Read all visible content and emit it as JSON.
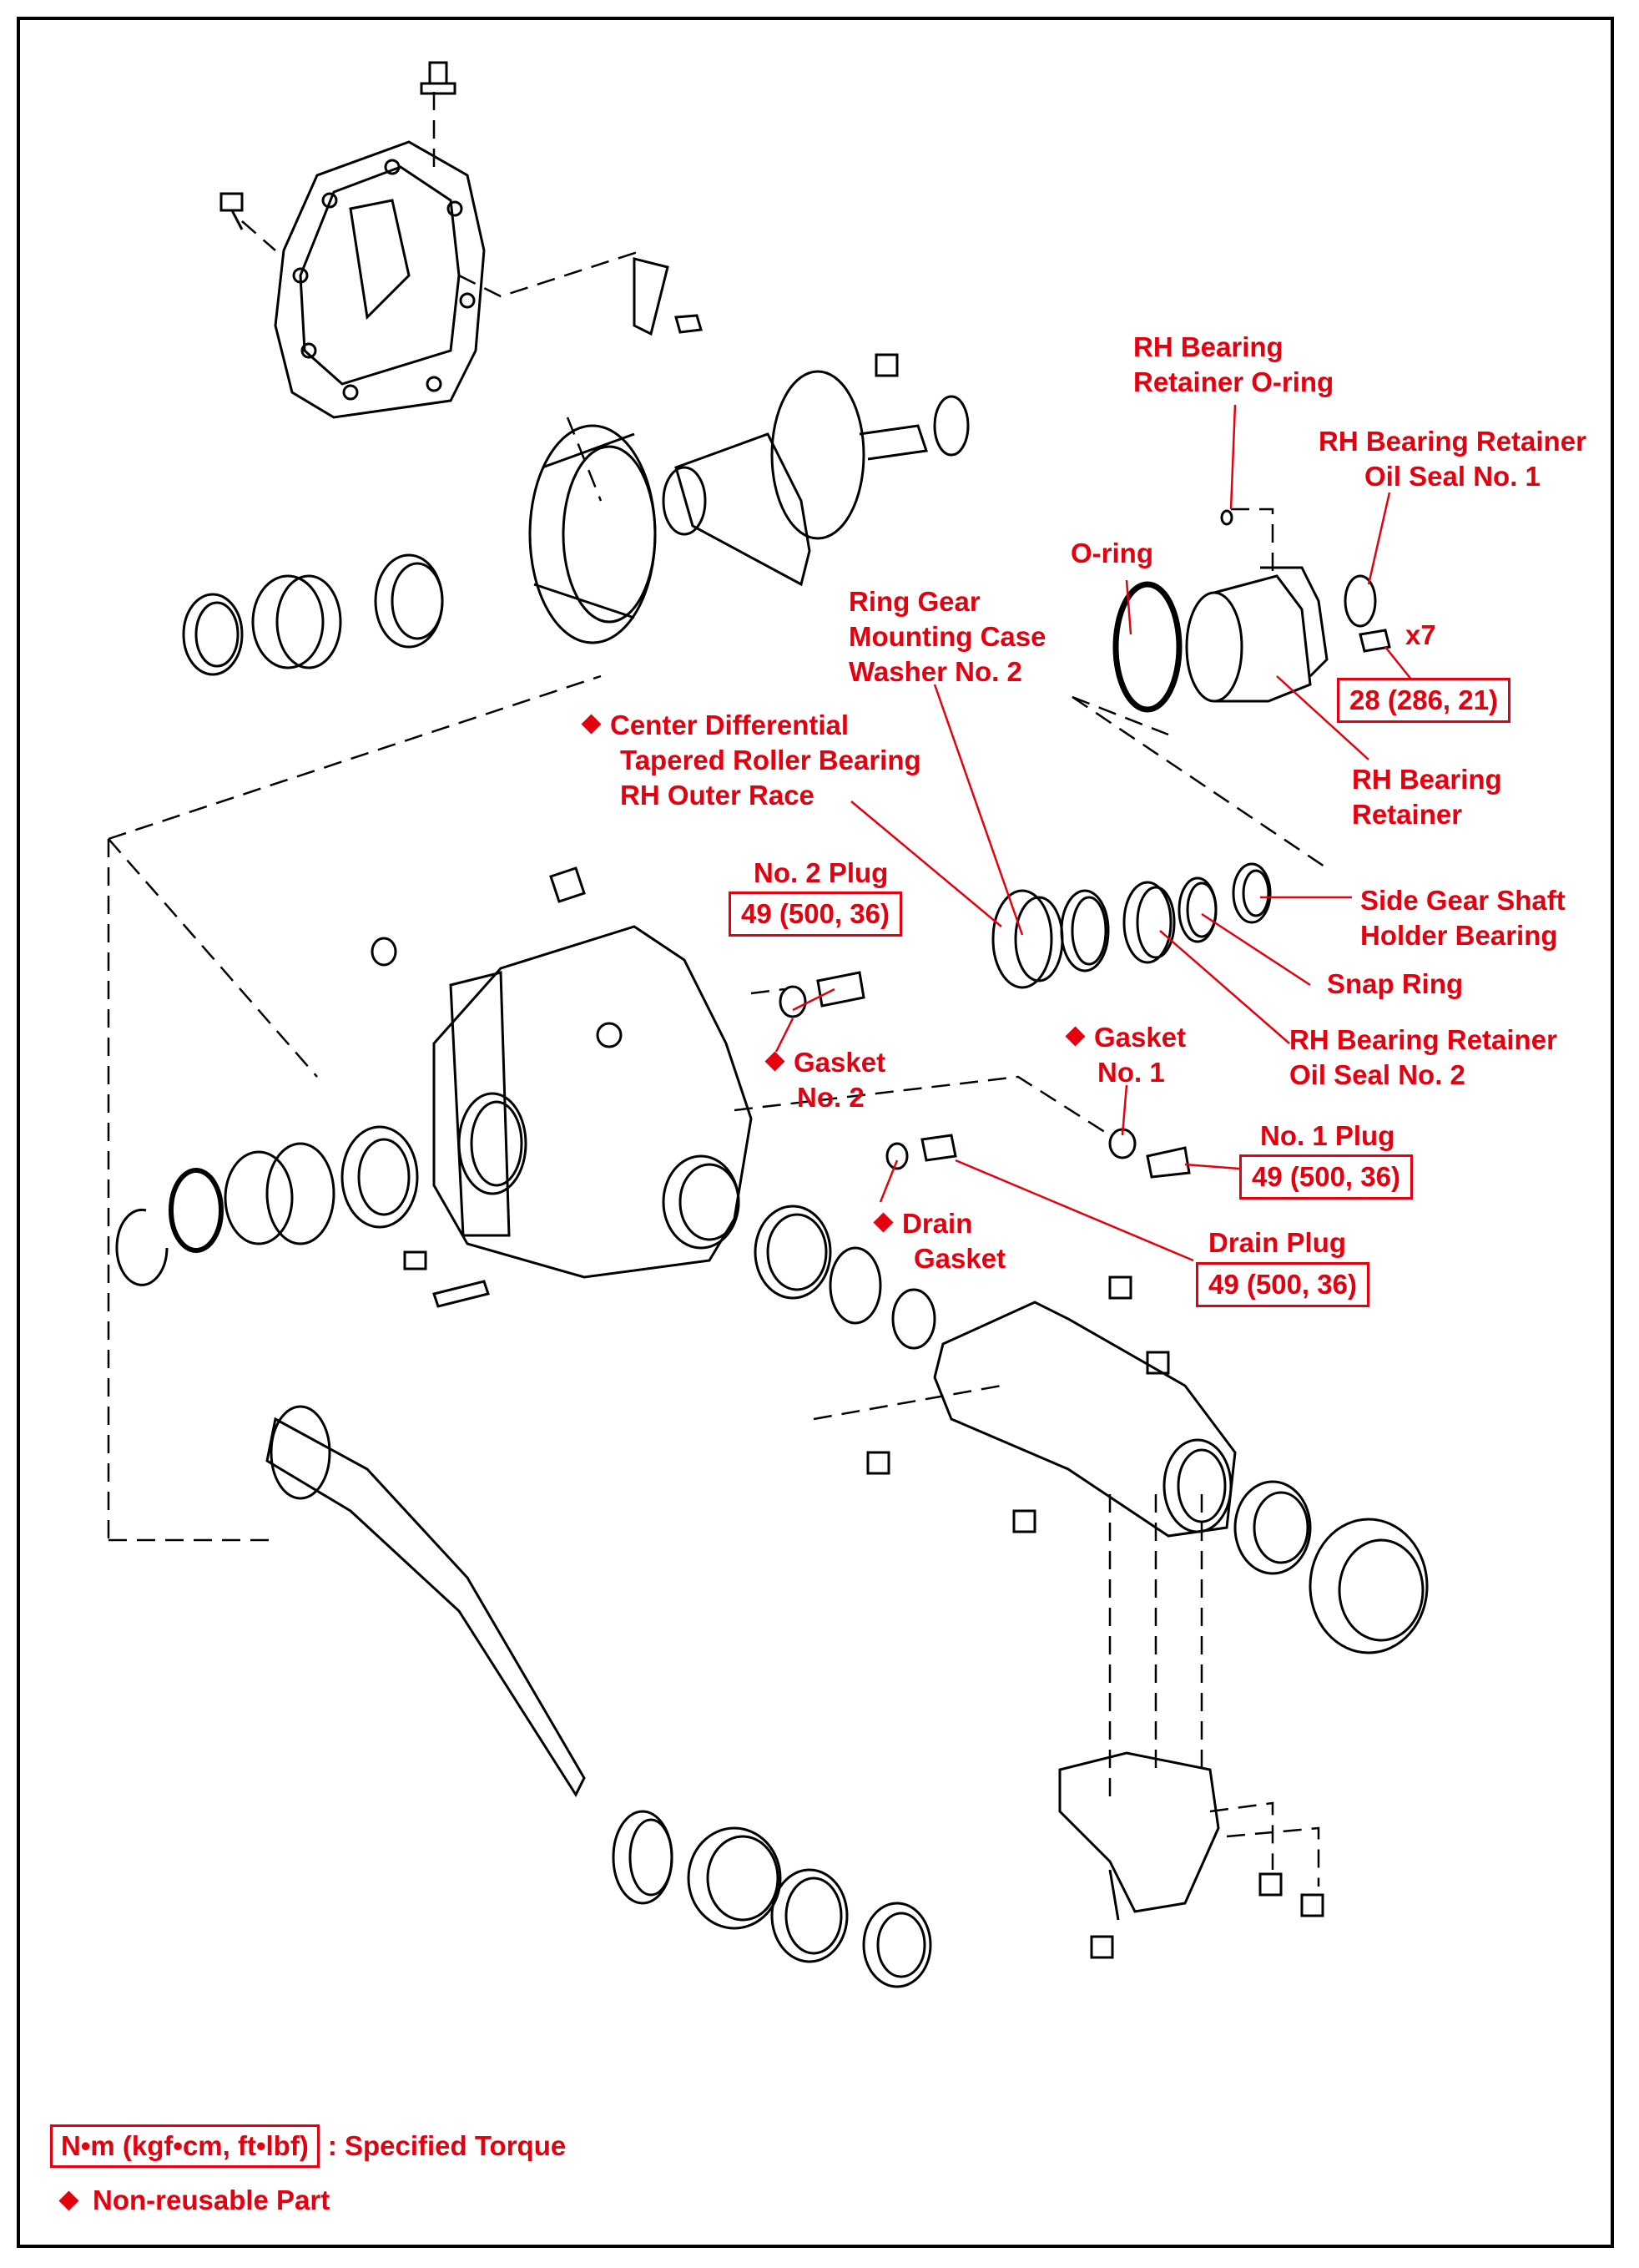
{
  "labels": {
    "rh_bearing_retainer_oring_1": "RH Bearing",
    "rh_bearing_retainer_oring_2": "Retainer O-ring",
    "oil_seal_no1_1": "RH Bearing Retainer",
    "oil_seal_no1_2": "Oil Seal No. 1",
    "oring": "O-ring",
    "x7": "x7",
    "torque_retainer": "28 (286, 21)",
    "ring_gear_1": "Ring Gear",
    "ring_gear_2": "Mounting Case",
    "ring_gear_3": "Washer No. 2",
    "center_diff_1": "Center Differential",
    "center_diff_2": "Tapered Roller Bearing",
    "center_diff_3": "RH Outer Race",
    "rh_bearing_retainer_1": "RH Bearing",
    "rh_bearing_retainer_2": "Retainer",
    "no2_plug": "No. 2 Plug",
    "torque_no2_plug": "49 (500, 36)",
    "side_gear_1": "Side Gear Shaft",
    "side_gear_2": "Holder Bearing",
    "snap_ring": "Snap Ring",
    "gasket_no2_1": "Gasket",
    "gasket_no2_2": "No. 2",
    "oil_seal_no2_1": "RH Bearing Retainer",
    "oil_seal_no2_2": "Oil Seal No. 2",
    "gasket_no1_1": "Gasket",
    "gasket_no1_2": "No. 1",
    "no1_plug": "No. 1 Plug",
    "torque_no1_plug": "49 (500, 36)",
    "drain_gasket_1": "Drain",
    "drain_gasket_2": "Gasket",
    "drain_plug": "Drain Plug",
    "torque_drain_plug": "49 (500, 36)"
  },
  "legend": {
    "torque_box": "N•m (kgf•cm, ft•lbf)",
    "torque_text": ": Specified Torque",
    "nonreusable_text": "Non-reusable Part"
  },
  "colors": {
    "accent": "#e3000f",
    "line": "#000000",
    "background": "#ffffff"
  }
}
